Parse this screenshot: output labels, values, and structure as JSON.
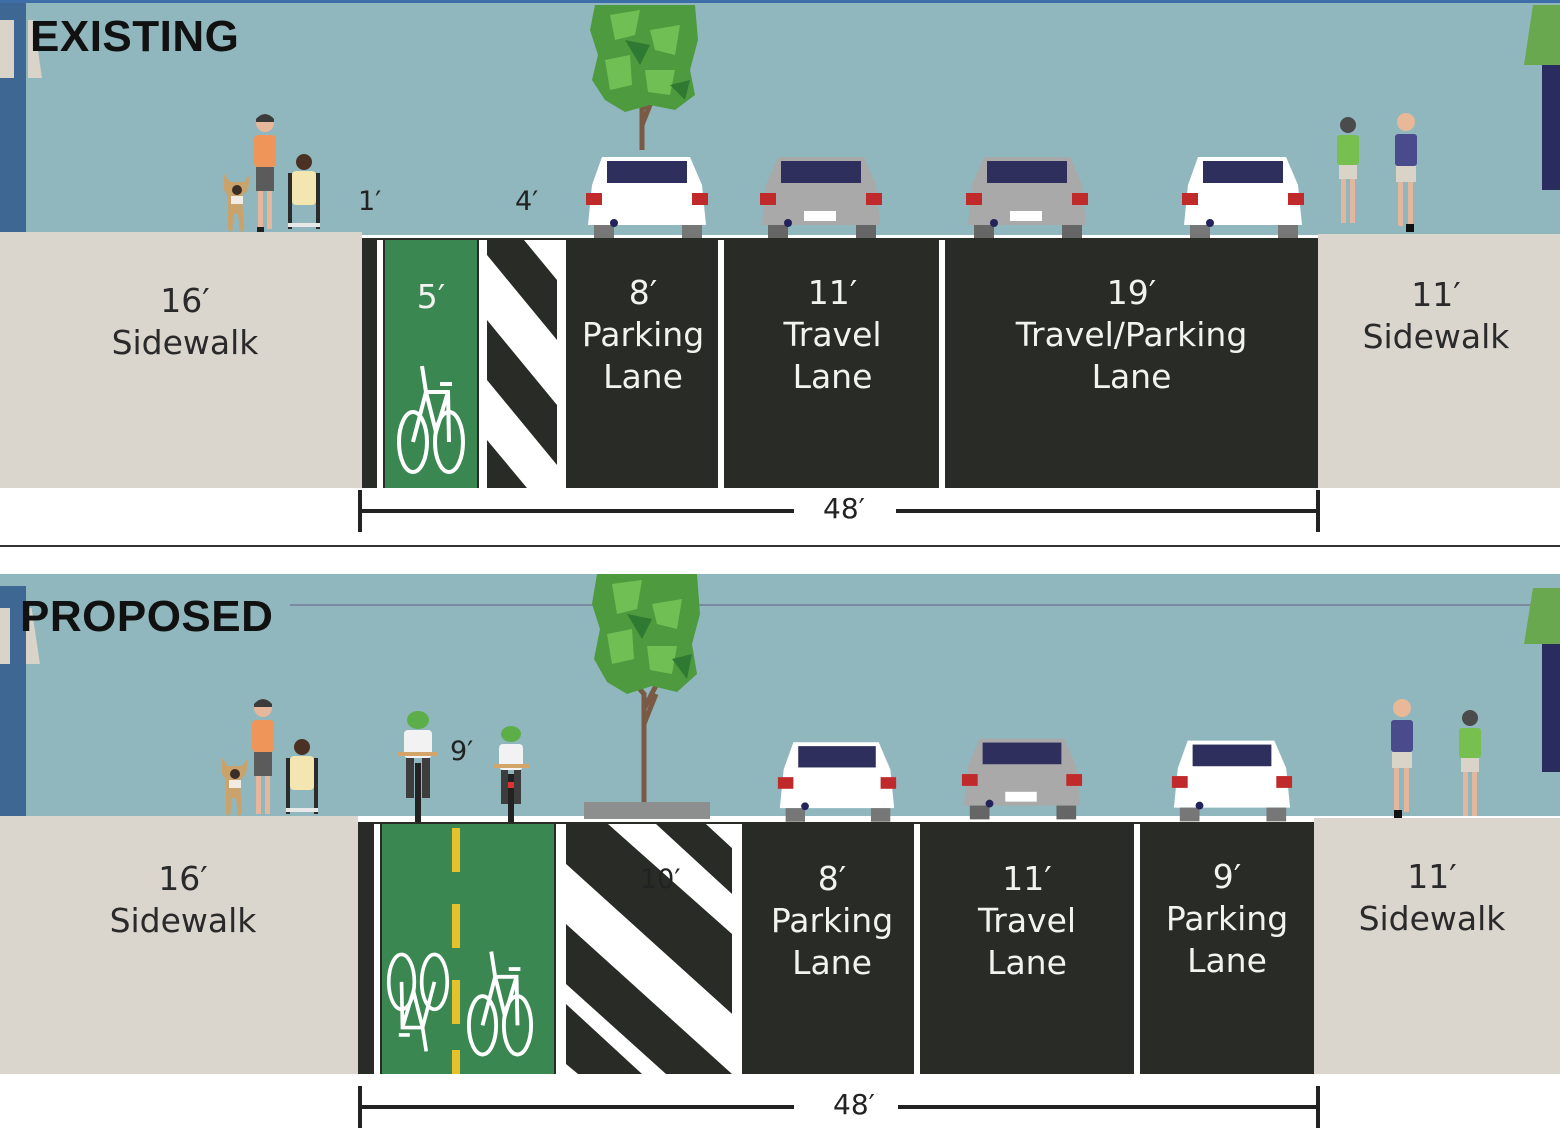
{
  "diagram": {
    "type": "street-cross-section",
    "panels": [
      {
        "id": "existing",
        "title": "EXISTING",
        "total_roadway": "48′",
        "segments": [
          {
            "kind": "sidewalk",
            "width_ft": 16,
            "width_label": "16′",
            "name": "Sidewalk"
          },
          {
            "kind": "buffer",
            "width_ft": 1,
            "width_label": "1′",
            "name": ""
          },
          {
            "kind": "bike-lane",
            "width_ft": 5,
            "width_label": "5′",
            "name": ""
          },
          {
            "kind": "striped-buffer",
            "width_ft": 4,
            "width_label": "4′",
            "name": ""
          },
          {
            "kind": "parking",
            "width_ft": 8,
            "width_label": "8′",
            "name": "Parking Lane",
            "name_lines": [
              "Parking",
              "Lane"
            ]
          },
          {
            "kind": "travel",
            "width_ft": 11,
            "width_label": "11′",
            "name": "Travel Lane",
            "name_lines": [
              "Travel",
              "Lane"
            ]
          },
          {
            "kind": "travel-parking",
            "width_ft": 19,
            "width_label": "19′",
            "name": "Travel/Parking Lane",
            "name_lines": [
              "Travel/Parking",
              "Lane"
            ]
          },
          {
            "kind": "sidewalk",
            "width_ft": 11,
            "width_label": "11′",
            "name": "Sidewalk"
          }
        ],
        "vehicles": [
          "white-car",
          "gray-car",
          "gray-car",
          "white-car"
        ],
        "people": [
          "pedestrian-with-dog",
          "wheelchair-user",
          "pedestrian-green-shirt",
          "pedestrian-purple-shirt"
        ]
      },
      {
        "id": "proposed",
        "title": "PROPOSED",
        "total_roadway": "48′",
        "segments": [
          {
            "kind": "sidewalk",
            "width_ft": 16,
            "width_label": "16′",
            "name": "Sidewalk"
          },
          {
            "kind": "two-way-bike-lane",
            "width_ft": 9,
            "width_label": "9′",
            "name": ""
          },
          {
            "kind": "striped-buffer",
            "width_ft": 10,
            "width_label": "10′",
            "name": ""
          },
          {
            "kind": "parking",
            "width_ft": 8,
            "width_label": "8′",
            "name": "Parking Lane",
            "name_lines": [
              "Parking",
              "Lane"
            ]
          },
          {
            "kind": "travel",
            "width_ft": 11,
            "width_label": "11′",
            "name": "Travel Lane",
            "name_lines": [
              "Travel",
              "Lane"
            ]
          },
          {
            "kind": "parking",
            "width_ft": 9,
            "width_label": "9′",
            "name": "Parking Lane",
            "name_lines": [
              "Parking",
              "Lane"
            ]
          },
          {
            "kind": "sidewalk",
            "width_ft": 11,
            "width_label": "11′",
            "name": "Sidewalk"
          }
        ],
        "vehicles": [
          "white-car",
          "gray-car",
          "white-car"
        ],
        "people": [
          "pedestrian-with-dog",
          "wheelchair-user",
          "cyclist",
          "cyclist",
          "pedestrian-purple-shirt",
          "pedestrian-green-shirt"
        ]
      }
    ]
  },
  "existing": {
    "title": "EXISTING",
    "sidewalk_left": {
      "width": "16′",
      "name": "Sidewalk"
    },
    "buffer_dim": "1′",
    "bike_lane": {
      "width": "5′"
    },
    "stripe_dim": "4′",
    "parking": {
      "width": "8′",
      "line1": "Parking",
      "line2": "Lane"
    },
    "travel": {
      "width": "11′",
      "line1": "Travel",
      "line2": "Lane"
    },
    "travel_parking": {
      "width": "19′",
      "line1": "Travel/Parking",
      "line2": "Lane"
    },
    "sidewalk_right": {
      "width": "11′",
      "name": "Sidewalk"
    },
    "total": "48′"
  },
  "proposed": {
    "title": "PROPOSED",
    "sidewalk_left": {
      "width": "16′",
      "name": "Sidewalk"
    },
    "bike_lane": {
      "width": "9′"
    },
    "stripe": {
      "width": "10′"
    },
    "parking1": {
      "width": "8′",
      "line1": "Parking",
      "line2": "Lane"
    },
    "travel": {
      "width": "11′",
      "line1": "Travel",
      "line2": "Lane"
    },
    "parking2": {
      "width": "9′",
      "line1": "Parking",
      "line2": "Lane"
    },
    "sidewalk_right": {
      "width": "11′",
      "name": "Sidewalk"
    },
    "total": "48′"
  },
  "colors": {
    "sky": "#8fb7bd",
    "sidewalk": "#dad5cd",
    "asphalt": "#282b26",
    "bike_lane": "#3b8751",
    "marking": "#ffffff",
    "center_line": "#e5c22b",
    "tree_leaves": "#4e9a3e",
    "building_left": "#3f6793",
    "awning_right": "#6aa84f"
  }
}
